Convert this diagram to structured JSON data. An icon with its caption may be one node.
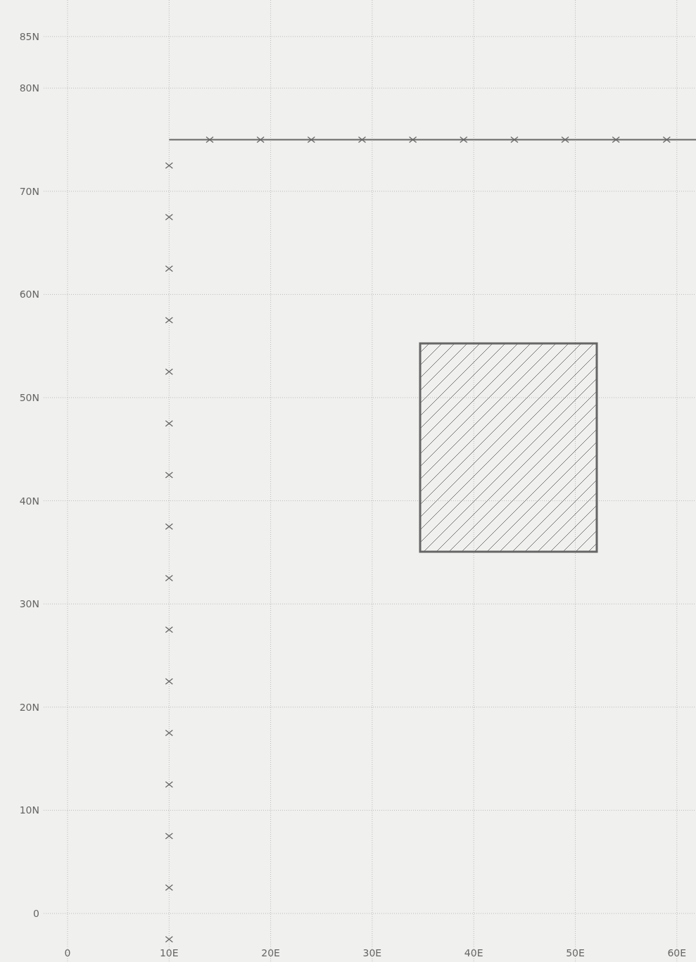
{
  "diagram": {
    "labels": [
      "85N",
      "80N",
      "70N",
      "60N",
      "50N",
      "40N",
      "30N",
      "20N",
      "10N",
      "0",
      "0",
      "10E",
      "20E",
      "30E",
      "40E",
      "50E",
      "60E"
    ]
  }
}
